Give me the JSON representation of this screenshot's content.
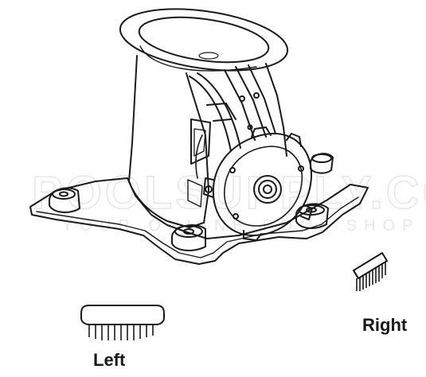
{
  "watermark": {
    "main": "POOLSUPPLY.COM",
    "sub": "YOUR ONLINE POOL SHOP"
  },
  "labels": {
    "right": "Right",
    "left": "Left"
  },
  "colors": {
    "line": "#1a1a1a",
    "watermark": "#e6e6e6",
    "background": "#ffffff"
  }
}
